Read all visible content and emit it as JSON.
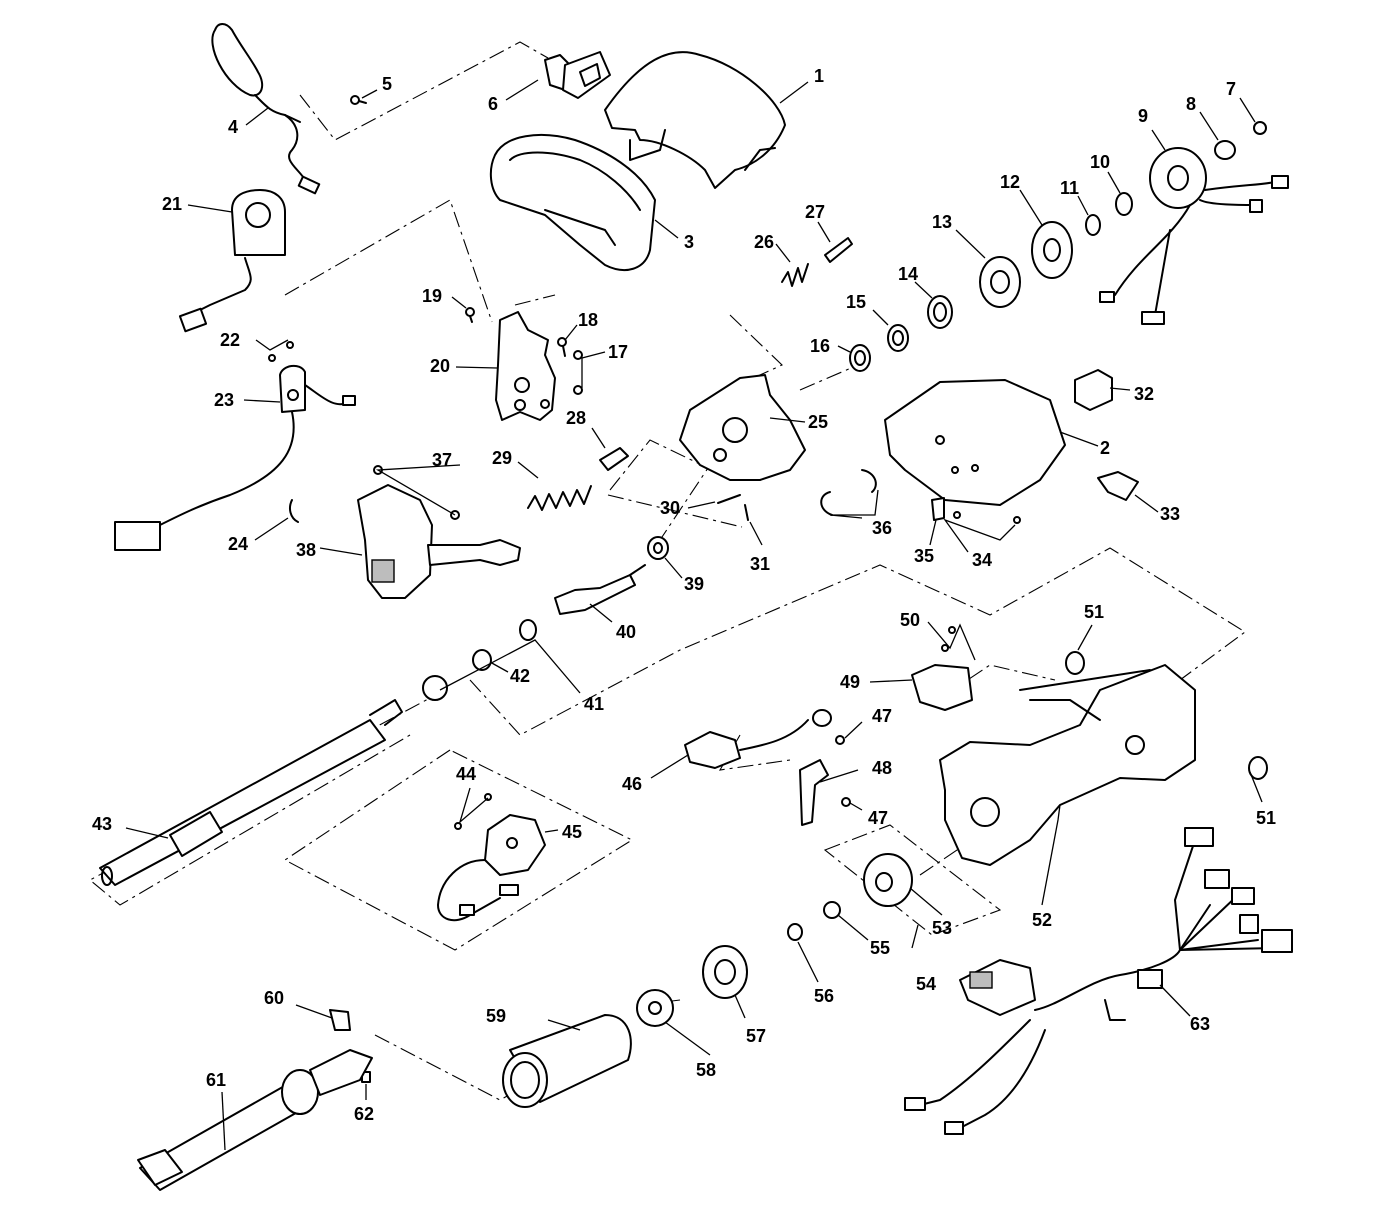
{
  "callouts": [
    {
      "id": "1",
      "label": "1"
    },
    {
      "id": "2",
      "label": "2"
    },
    {
      "id": "3",
      "label": "3"
    },
    {
      "id": "4",
      "label": "4"
    },
    {
      "id": "5",
      "label": "5"
    },
    {
      "id": "6",
      "label": "6"
    },
    {
      "id": "7",
      "label": "7"
    },
    {
      "id": "8",
      "label": "8"
    },
    {
      "id": "9",
      "label": "9"
    },
    {
      "id": "10",
      "label": "10"
    },
    {
      "id": "11",
      "label": "11"
    },
    {
      "id": "12",
      "label": "12"
    },
    {
      "id": "13",
      "label": "13"
    },
    {
      "id": "14",
      "label": "14"
    },
    {
      "id": "15",
      "label": "15"
    },
    {
      "id": "16",
      "label": "16"
    },
    {
      "id": "17",
      "label": "17"
    },
    {
      "id": "18",
      "label": "18"
    },
    {
      "id": "19",
      "label": "19"
    },
    {
      "id": "20",
      "label": "20"
    },
    {
      "id": "21",
      "label": "21"
    },
    {
      "id": "22",
      "label": "22"
    },
    {
      "id": "23",
      "label": "23"
    },
    {
      "id": "24",
      "label": "24"
    },
    {
      "id": "25",
      "label": "25"
    },
    {
      "id": "26",
      "label": "26"
    },
    {
      "id": "27",
      "label": "27"
    },
    {
      "id": "28",
      "label": "28"
    },
    {
      "id": "29",
      "label": "29"
    },
    {
      "id": "30",
      "label": "30"
    },
    {
      "id": "31",
      "label": "31"
    },
    {
      "id": "32",
      "label": "32"
    },
    {
      "id": "33",
      "label": "33"
    },
    {
      "id": "34",
      "label": "34"
    },
    {
      "id": "35",
      "label": "35"
    },
    {
      "id": "36",
      "label": "36"
    },
    {
      "id": "37",
      "label": "37"
    },
    {
      "id": "38",
      "label": "38"
    },
    {
      "id": "39",
      "label": "39"
    },
    {
      "id": "40",
      "label": "40"
    },
    {
      "id": "41",
      "label": "41"
    },
    {
      "id": "42",
      "label": "42"
    },
    {
      "id": "43",
      "label": "43"
    },
    {
      "id": "44",
      "label": "44"
    },
    {
      "id": "45",
      "label": "45"
    },
    {
      "id": "46",
      "label": "46"
    },
    {
      "id": "47a",
      "label": "47"
    },
    {
      "id": "47b",
      "label": "47"
    },
    {
      "id": "48",
      "label": "48"
    },
    {
      "id": "49",
      "label": "49"
    },
    {
      "id": "50",
      "label": "50"
    },
    {
      "id": "51a",
      "label": "51"
    },
    {
      "id": "51b",
      "label": "51"
    },
    {
      "id": "52",
      "label": "52"
    },
    {
      "id": "53",
      "label": "53"
    },
    {
      "id": "54",
      "label": "54"
    },
    {
      "id": "55",
      "label": "55"
    },
    {
      "id": "56",
      "label": "56"
    },
    {
      "id": "57",
      "label": "57"
    },
    {
      "id": "58",
      "label": "58"
    },
    {
      "id": "59",
      "label": "59"
    },
    {
      "id": "60",
      "label": "60"
    },
    {
      "id": "61",
      "label": "61"
    },
    {
      "id": "62",
      "label": "62"
    },
    {
      "id": "63",
      "label": "63"
    }
  ]
}
